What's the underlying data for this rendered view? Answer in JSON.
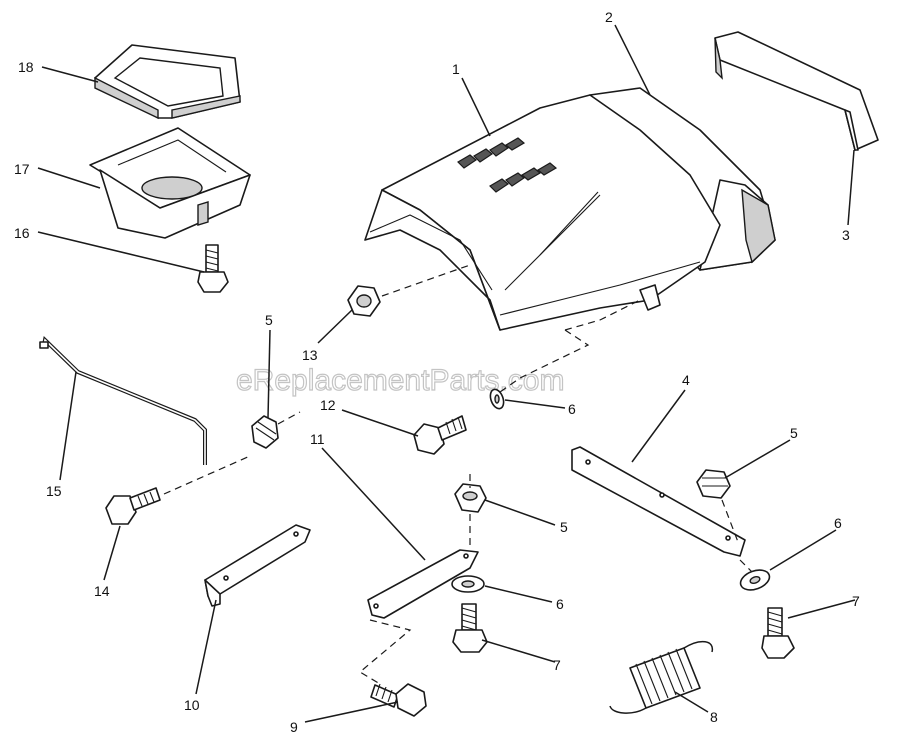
{
  "watermark": "eReplacementParts.com",
  "callouts": [
    "1",
    "2",
    "3",
    "4",
    "5",
    "5",
    "5",
    "6",
    "6",
    "6",
    "7",
    "7",
    "8",
    "9",
    "10",
    "11",
    "12",
    "13",
    "14",
    "15",
    "16",
    "17",
    "18"
  ]
}
